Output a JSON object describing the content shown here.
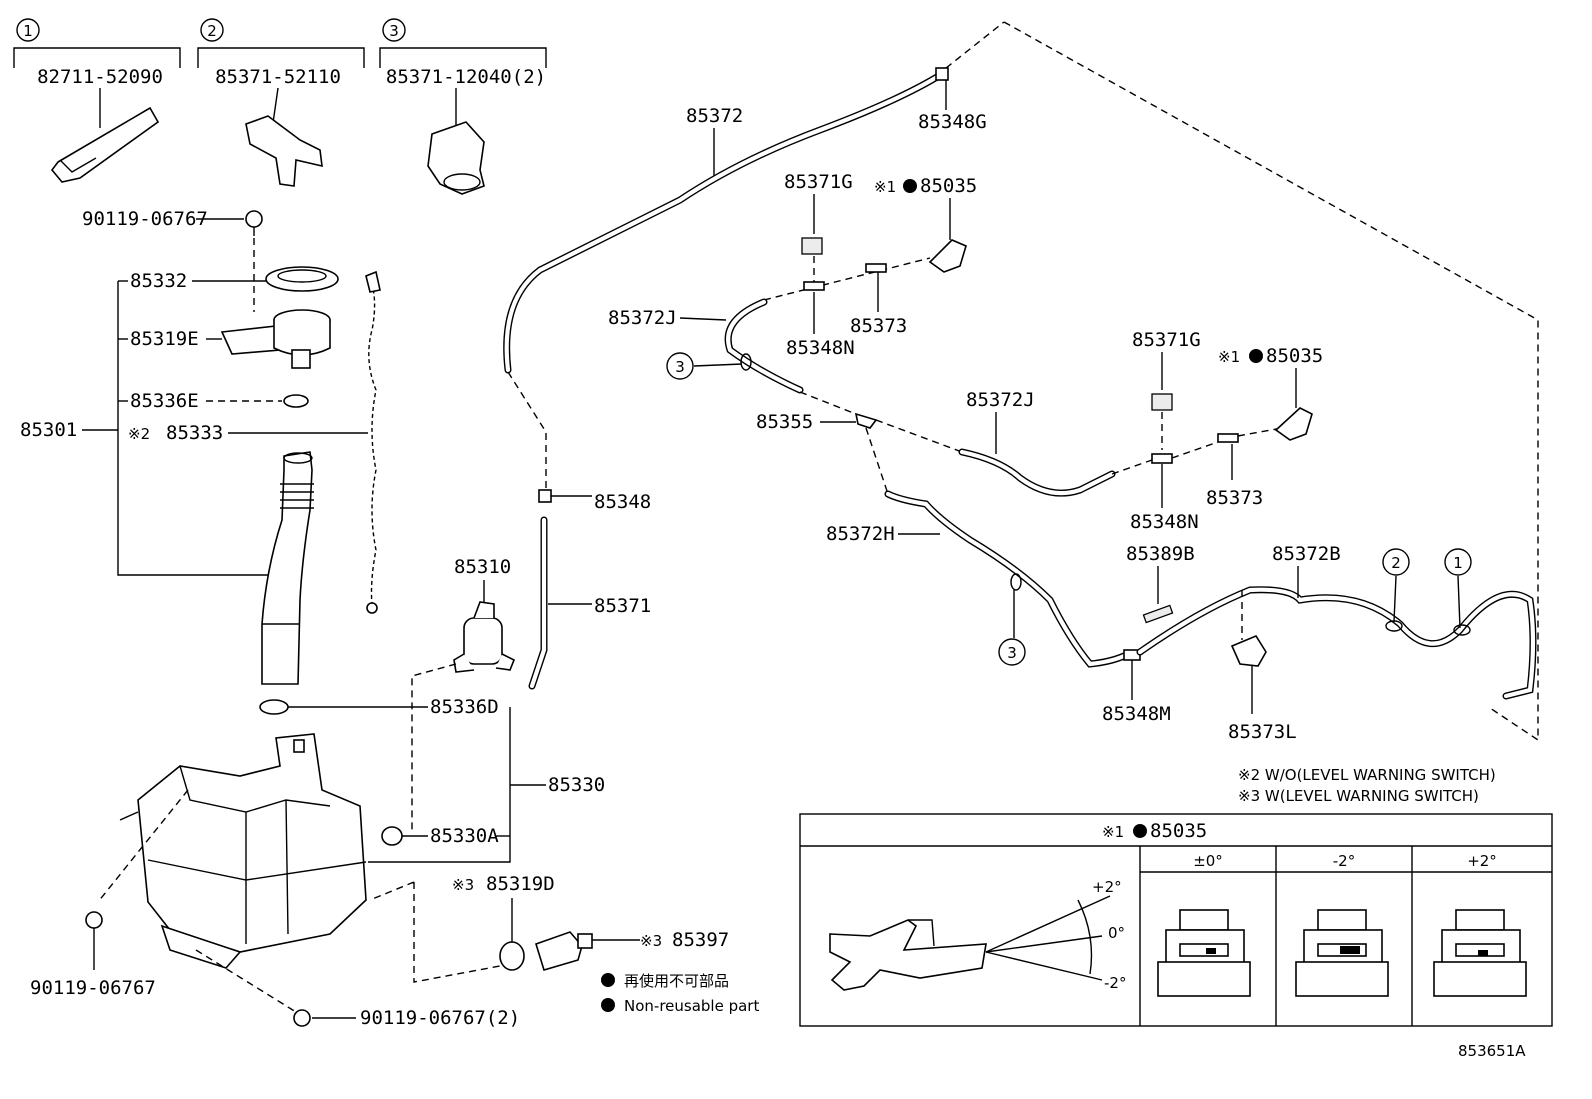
{
  "groups": [
    {
      "marker": "1",
      "part": "82711-52090"
    },
    {
      "marker": "2",
      "part": "85371-52110"
    },
    {
      "marker": "3",
      "part": "85371-12040(2)"
    }
  ],
  "labels": {
    "bolt_top": "90119-06767",
    "l85332": "85332",
    "l85319E": "85319E",
    "l85336E": "85336E",
    "l85301": "85301",
    "l85333": "85333",
    "l85310": "85310",
    "l85348": "85348",
    "l85371": "85371",
    "l85336D": "85336D",
    "l85330": "85330",
    "l85330A": "85330A",
    "l85319D": "85319D",
    "l85397": "85397",
    "bolt_left": "90119-06767",
    "bolt_bottom": "90119-06767(2)",
    "l85372": "85372",
    "l85348G": "85348G",
    "l85371G_a": "85371G",
    "l85035_a": "85035",
    "l85372J_a": "85372J",
    "l85373_a": "85373",
    "l85348N_a": "85348N",
    "l85355": "85355",
    "l85371G_b": "85371G",
    "l85035_b": "85035",
    "l85372J_b": "85372J",
    "l85373_b": "85373",
    "l85348N_b": "85348N",
    "l85372H": "85372H",
    "l85389B": "85389B",
    "l85372B": "85372B",
    "l85348M": "85348M",
    "l85373L": "85373L",
    "ref3_a": "3",
    "ref3_b": "3",
    "ref2": "2",
    "ref1": "1"
  },
  "marks": {
    "note1": "※1",
    "note2": "※2",
    "note3": "※3"
  },
  "notes": {
    "w2": "※2 W/O(LEVEL WARNING SWITCH)",
    "w3": "※3 W(LEVEL WARNING SWITCH)"
  },
  "legend": {
    "jp": "再使用不可部品",
    "en": "Non-reusable part"
  },
  "nozzle_table": {
    "title_mark": "※1",
    "title_part": "85035",
    "angle_top": "+2°",
    "angle_mid": "0°",
    "angle_bot": "-2°",
    "cols": [
      "±0°",
      "-2°",
      "+2°"
    ]
  },
  "diagram_id": "853651A"
}
